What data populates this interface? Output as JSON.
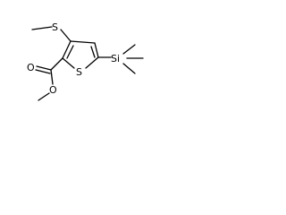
{
  "molecule": {
    "atoms": {
      "sulfur_thioether": "S",
      "sulfur_ring": "S",
      "silicon": "Si",
      "oxygen_carbonyl": "O",
      "oxygen_ester": "O"
    }
  }
}
